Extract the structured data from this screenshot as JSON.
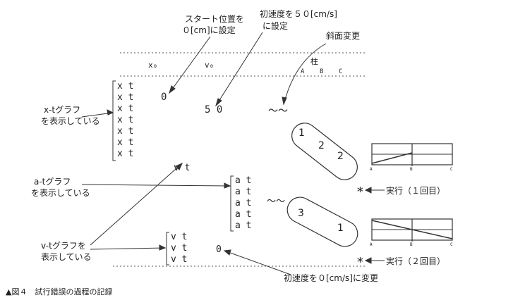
{
  "annotations": {
    "start_position": [
      "スタート位置を",
      "０[cm]に設定"
    ],
    "initial_velocity": [
      "初速度を５０[cm/s]",
      "に設定"
    ],
    "slope_change": "斜面変更",
    "xt_graph": [
      "x-tグラフ",
      "を表示している"
    ],
    "at_graph": [
      "a-tグラフ",
      "を表示している"
    ],
    "vt_graph": [
      "v-tグラフを",
      "表示している"
    ],
    "run_1": "実行（１回目）",
    "run_2": "実行（２回目）",
    "initial_velocity_zero": "初速度を０[cm/s]に変更"
  },
  "header": {
    "x0": "x₀",
    "v0": "v₀",
    "pillar": "柱",
    "pillar_labels": [
      "A",
      "B",
      "C"
    ]
  },
  "screen": {
    "xt_rows": [
      "x t",
      "x t",
      "x t",
      "x t",
      "x t",
      "x t",
      "x t"
    ],
    "x0_value": "0",
    "v0_value": "5 0",
    "dash_marks": "～～",
    "vt_line": "v t",
    "at_rows": [
      "a t",
      "a t",
      "a t",
      "a t",
      "a t"
    ],
    "at_marks": "～～",
    "vt_rows": [
      "v t",
      "v t",
      "v t"
    ],
    "v0_zero": "0",
    "asterisk_1": "*",
    "asterisk_2": "*"
  },
  "capsules": {
    "first": [
      "1",
      "2",
      "2"
    ],
    "second": [
      "3",
      "1"
    ]
  },
  "slope_diagrams": {
    "axis_labels": [
      "A",
      "B",
      "C"
    ]
  },
  "caption": "▲図４　試行錯誤の過程の記録"
}
